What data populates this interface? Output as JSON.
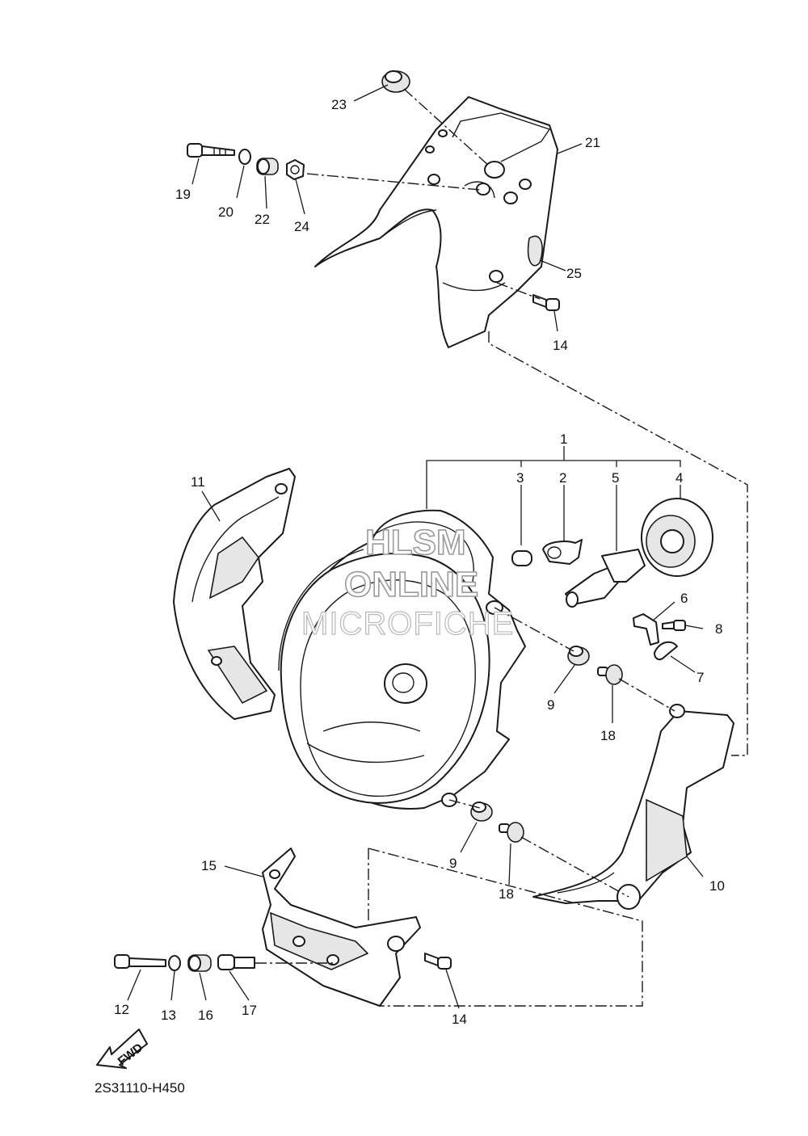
{
  "watermark": {
    "line1": "HLSM",
    "line2": "ONLINE",
    "line3": "MICROFICHE"
  },
  "diagram_code": "2S31110-H450",
  "fwd_label": "FWD",
  "callouts": {
    "c1": "1",
    "c2": "2",
    "c3": "3",
    "c4": "4",
    "c5": "5",
    "c6": "6",
    "c7": "7",
    "c8": "8",
    "c9a": "9",
    "c9b": "9",
    "c10": "10",
    "c11": "11",
    "c12": "12",
    "c13": "13",
    "c14a": "14",
    "c14b": "14",
    "c15": "15",
    "c16": "16",
    "c17": "17",
    "c18a": "18",
    "c18b": "18",
    "c19": "19",
    "c20": "20",
    "c21": "21",
    "c22": "22",
    "c23": "23",
    "c24": "24",
    "c25": "25"
  },
  "colors": {
    "line": "#1a1a1a",
    "background": "#ffffff",
    "watermark": "#9a9a9a"
  }
}
